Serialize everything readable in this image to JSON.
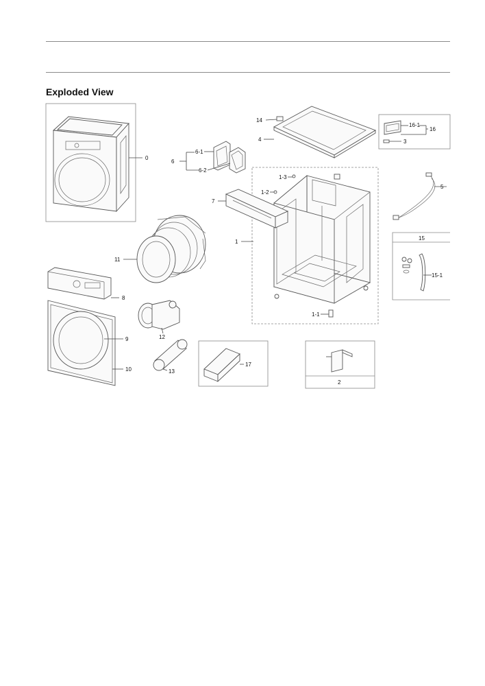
{
  "heading": "Exploded View",
  "callouts": {
    "c0": "0",
    "c1": "1",
    "c1_1": "1-1",
    "c1_2": "1-2",
    "c1_3": "1-3",
    "c2": "2",
    "c3": "3",
    "c4": "4",
    "c5": "5",
    "c6": "6",
    "c6_1": "6-1",
    "c6_2": "6-2",
    "c7": "7",
    "c8": "8",
    "c9": "9",
    "c10": "10",
    "c11": "11",
    "c12": "12",
    "c13": "13",
    "c14": "14",
    "c15": "15",
    "c15_1": "15-1",
    "c16": "16",
    "c16_1": "16-1",
    "c17": "17"
  }
}
